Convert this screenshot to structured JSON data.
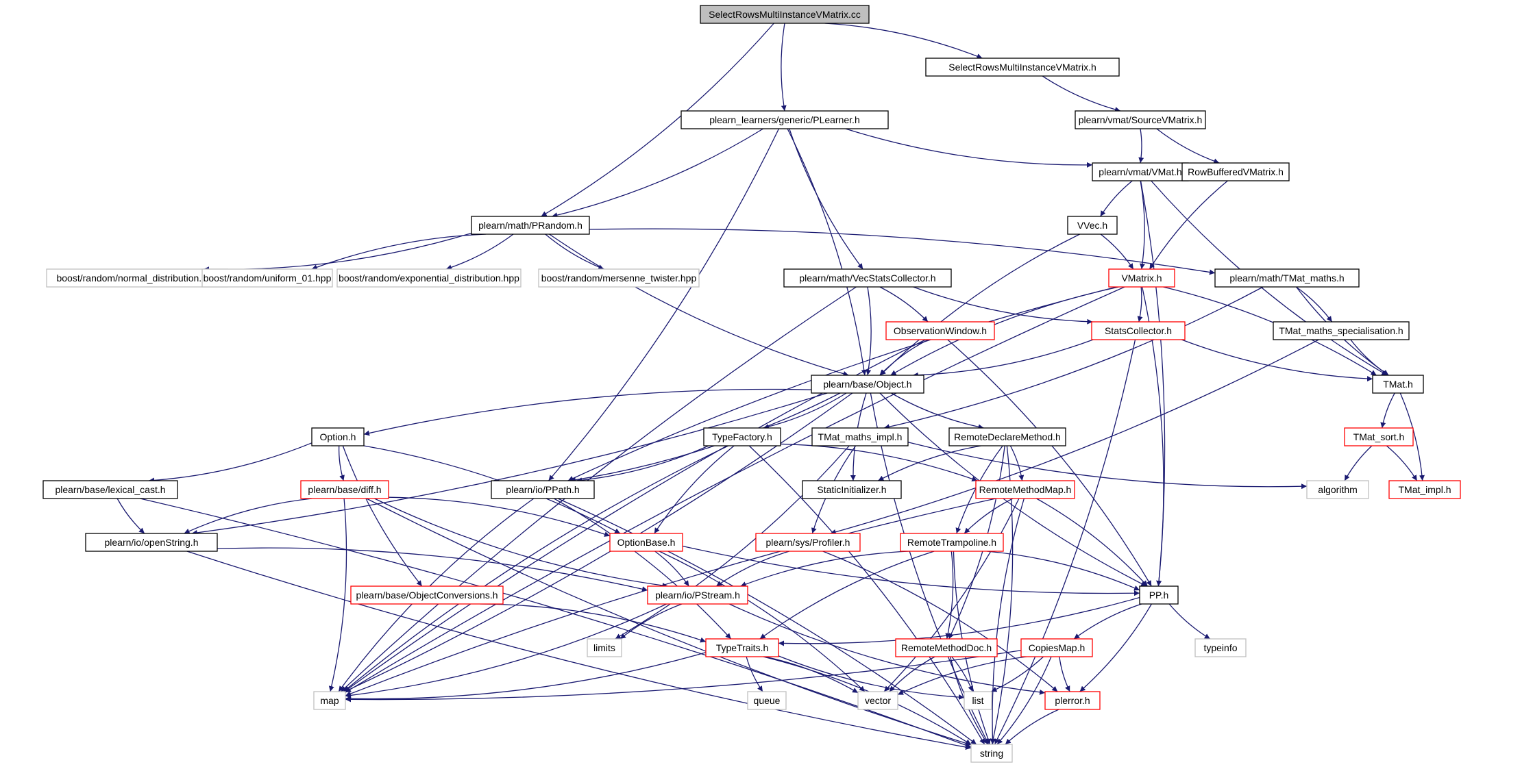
{
  "colors": {
    "edge": "#191970",
    "node_black": "#000000",
    "node_red": "#ff0000",
    "node_gray": "#bfbfbf",
    "root_fill": "#bfbfbf"
  },
  "nodes": [
    {
      "id": "root",
      "label": "SelectRowsMultiInstanceVMatrix.cc",
      "style": "root"
    },
    {
      "id": "srmh",
      "label": "SelectRowsMultiInstanceVMatrix.h",
      "style": "black"
    },
    {
      "id": "plearner",
      "label": "plearn_learners/generic/PLearner.h",
      "style": "black"
    },
    {
      "id": "sourcevm",
      "label": "plearn/vmat/SourceVMatrix.h",
      "style": "black"
    },
    {
      "id": "vmath",
      "label": "plearn/vmat/VMat.h",
      "style": "black"
    },
    {
      "id": "rowbuf",
      "label": "RowBufferedVMatrix.h",
      "style": "black"
    },
    {
      "id": "prandom",
      "label": "plearn/math/PRandom.h",
      "style": "black"
    },
    {
      "id": "vvec",
      "label": "VVec.h",
      "style": "black"
    },
    {
      "id": "normal",
      "label": "boost/random/normal_distribution.hpp",
      "style": "gray"
    },
    {
      "id": "uniform",
      "label": "boost/random/uniform_01.hpp",
      "style": "gray"
    },
    {
      "id": "expo",
      "label": "boost/random/exponential_distribution.hpp",
      "style": "gray"
    },
    {
      "id": "mersenne",
      "label": "boost/random/mersenne_twister.hpp",
      "style": "gray"
    },
    {
      "id": "vecstats",
      "label": "plearn/math/VecStatsCollector.h",
      "style": "black"
    },
    {
      "id": "vmatrix",
      "label": "VMatrix.h",
      "style": "red"
    },
    {
      "id": "tmatmaths",
      "label": "plearn/math/TMat_maths.h",
      "style": "black"
    },
    {
      "id": "obswin",
      "label": "ObservationWindow.h",
      "style": "red"
    },
    {
      "id": "statscoll",
      "label": "StatsCollector.h",
      "style": "red"
    },
    {
      "id": "tmatspec",
      "label": "TMat_maths_specialisation.h",
      "style": "black"
    },
    {
      "id": "object",
      "label": "plearn/base/Object.h",
      "style": "black"
    },
    {
      "id": "tmath",
      "label": "TMat.h",
      "style": "black"
    },
    {
      "id": "option",
      "label": "Option.h",
      "style": "black"
    },
    {
      "id": "typefactory",
      "label": "TypeFactory.h",
      "style": "black"
    },
    {
      "id": "tmatimplm",
      "label": "TMat_maths_impl.h",
      "style": "black"
    },
    {
      "id": "remotedecl",
      "label": "RemoteDeclareMethod.h",
      "style": "black"
    },
    {
      "id": "tmatsort",
      "label": "TMat_sort.h",
      "style": "red"
    },
    {
      "id": "lexcast",
      "label": "plearn/base/lexical_cast.h",
      "style": "black"
    },
    {
      "id": "diff",
      "label": "plearn/base/diff.h",
      "style": "red"
    },
    {
      "id": "ppath",
      "label": "plearn/io/PPath.h",
      "style": "black"
    },
    {
      "id": "staticinit",
      "label": "StaticInitializer.h",
      "style": "black"
    },
    {
      "id": "remotemm",
      "label": "RemoteMethodMap.h",
      "style": "red"
    },
    {
      "id": "algorithm",
      "label": "algorithm",
      "style": "gray"
    },
    {
      "id": "tmatimpl",
      "label": "TMat_impl.h",
      "style": "red"
    },
    {
      "id": "openstring",
      "label": "plearn/io/openString.h",
      "style": "black"
    },
    {
      "id": "optionbase",
      "label": "OptionBase.h",
      "style": "red"
    },
    {
      "id": "profiler",
      "label": "plearn/sys/Profiler.h",
      "style": "red"
    },
    {
      "id": "remotetramp",
      "label": "RemoteTrampoline.h",
      "style": "red"
    },
    {
      "id": "objconv",
      "label": "plearn/base/ObjectConversions.h",
      "style": "red"
    },
    {
      "id": "pstream",
      "label": "plearn/io/PStream.h",
      "style": "red"
    },
    {
      "id": "pp",
      "label": "PP.h",
      "style": "black"
    },
    {
      "id": "typeinfo",
      "label": "typeinfo",
      "style": "gray"
    },
    {
      "id": "limits",
      "label": "limits",
      "style": "gray"
    },
    {
      "id": "typetraits",
      "label": "TypeTraits.h",
      "style": "red"
    },
    {
      "id": "remotemdoc",
      "label": "RemoteMethodDoc.h",
      "style": "red"
    },
    {
      "id": "copiesmap",
      "label": "CopiesMap.h",
      "style": "red"
    },
    {
      "id": "map",
      "label": "map",
      "style": "gray"
    },
    {
      "id": "queue",
      "label": "queue",
      "style": "gray"
    },
    {
      "id": "vector",
      "label": "vector",
      "style": "gray"
    },
    {
      "id": "list",
      "label": "list",
      "style": "gray"
    },
    {
      "id": "plerror",
      "label": "plerror.h",
      "style": "red"
    },
    {
      "id": "string",
      "label": "string",
      "style": "gray"
    }
  ],
  "edges": [
    [
      "root",
      "srmh"
    ],
    [
      "root",
      "plearner"
    ],
    [
      "root",
      "prandom"
    ],
    [
      "srmh",
      "sourcevm"
    ],
    [
      "sourcevm",
      "vmath"
    ],
    [
      "sourcevm",
      "rowbuf"
    ],
    [
      "plearner",
      "prandom"
    ],
    [
      "plearner",
      "vmath"
    ],
    [
      "plearner",
      "object"
    ],
    [
      "plearner",
      "vecstats"
    ],
    [
      "plearner",
      "ppath"
    ],
    [
      "vmath",
      "vvec"
    ],
    [
      "vmath",
      "vmatrix"
    ],
    [
      "vmath",
      "tmath"
    ],
    [
      "vmath",
      "pp"
    ],
    [
      "rowbuf",
      "vmatrix"
    ],
    [
      "vvec",
      "vmatrix"
    ],
    [
      "vvec",
      "object"
    ],
    [
      "prandom",
      "normal"
    ],
    [
      "prandom",
      "uniform"
    ],
    [
      "prandom",
      "expo"
    ],
    [
      "prandom",
      "mersenne"
    ],
    [
      "prandom",
      "tmatmaths"
    ],
    [
      "prandom",
      "object"
    ],
    [
      "vecstats",
      "obswin"
    ],
    [
      "vecstats",
      "statscoll"
    ],
    [
      "vecstats",
      "object"
    ],
    [
      "vecstats",
      "map"
    ],
    [
      "vmatrix",
      "statscoll"
    ],
    [
      "vmatrix",
      "object"
    ],
    [
      "vmatrix",
      "tmath"
    ],
    [
      "vmatrix",
      "ppath"
    ],
    [
      "vmatrix",
      "pp"
    ],
    [
      "vmatrix",
      "map"
    ],
    [
      "tmatmaths",
      "tmatspec"
    ],
    [
      "tmatmaths",
      "tmath"
    ],
    [
      "tmatmaths",
      "tmatimplm"
    ],
    [
      "obswin",
      "object"
    ],
    [
      "obswin",
      "pp"
    ],
    [
      "obswin",
      "map"
    ],
    [
      "statscoll",
      "object"
    ],
    [
      "statscoll",
      "tmath"
    ],
    [
      "statscoll",
      "string"
    ],
    [
      "tmatspec",
      "tmath"
    ],
    [
      "tmatspec",
      "profiler"
    ],
    [
      "tmath",
      "tmatsort"
    ],
    [
      "tmath",
      "tmatimpl"
    ],
    [
      "tmatsort",
      "algorithm"
    ],
    [
      "tmatsort",
      "tmatimpl"
    ],
    [
      "object",
      "option"
    ],
    [
      "object",
      "typefactory"
    ],
    [
      "object",
      "remotedecl"
    ],
    [
      "object",
      "ppath"
    ],
    [
      "object",
      "staticinit"
    ],
    [
      "object",
      "openstring"
    ],
    [
      "object",
      "pp"
    ],
    [
      "object",
      "map"
    ],
    [
      "object",
      "string"
    ],
    [
      "option",
      "lexcast"
    ],
    [
      "option",
      "diff"
    ],
    [
      "option",
      "optionbase"
    ],
    [
      "option",
      "objconv"
    ],
    [
      "typefactory",
      "ppath"
    ],
    [
      "typefactory",
      "optionbase"
    ],
    [
      "typefactory",
      "remotemm"
    ],
    [
      "typefactory",
      "map"
    ],
    [
      "typefactory",
      "string"
    ],
    [
      "tmatimplm",
      "profiler"
    ],
    [
      "tmatimplm",
      "limits"
    ],
    [
      "tmatimplm",
      "algorithm"
    ],
    [
      "remotedecl",
      "remotemm"
    ],
    [
      "remotedecl",
      "remotetramp"
    ],
    [
      "remotedecl",
      "remotemdoc"
    ],
    [
      "remotedecl",
      "staticinit"
    ],
    [
      "remotedecl",
      "string"
    ],
    [
      "lexcast",
      "openstring"
    ],
    [
      "lexcast",
      "string"
    ],
    [
      "diff",
      "openstring"
    ],
    [
      "diff",
      "optionbase"
    ],
    [
      "diff",
      "pstream"
    ],
    [
      "diff",
      "map"
    ],
    [
      "diff",
      "string"
    ],
    [
      "ppath",
      "typetraits"
    ],
    [
      "ppath",
      "map"
    ],
    [
      "ppath",
      "string"
    ],
    [
      "remotemm",
      "remotetramp"
    ],
    [
      "remotemm",
      "pp"
    ],
    [
      "remotemm",
      "map"
    ],
    [
      "remotemm",
      "vector"
    ],
    [
      "remotemm",
      "string"
    ],
    [
      "openstring",
      "pstream"
    ],
    [
      "openstring",
      "string"
    ],
    [
      "optionbase",
      "pstream"
    ],
    [
      "optionbase",
      "pp"
    ],
    [
      "optionbase",
      "vector"
    ],
    [
      "profiler",
      "pstream"
    ],
    [
      "profiler",
      "plerror"
    ],
    [
      "remotetramp",
      "pstream"
    ],
    [
      "remotetramp",
      "remotemdoc"
    ],
    [
      "remotetramp",
      "typetraits"
    ],
    [
      "remotetramp",
      "pp"
    ],
    [
      "remotetramp",
      "string"
    ],
    [
      "objconv",
      "typetraits"
    ],
    [
      "pstream",
      "limits"
    ],
    [
      "pstream",
      "map"
    ],
    [
      "pstream",
      "plerror"
    ],
    [
      "pp",
      "typetraits"
    ],
    [
      "pp",
      "copiesmap"
    ],
    [
      "pp",
      "plerror"
    ],
    [
      "pp",
      "typeinfo"
    ],
    [
      "typetraits",
      "map"
    ],
    [
      "typetraits",
      "queue"
    ],
    [
      "typetraits",
      "vector"
    ],
    [
      "typetraits",
      "list"
    ],
    [
      "typetraits",
      "string"
    ],
    [
      "remotemdoc",
      "vector"
    ],
    [
      "remotemdoc",
      "list"
    ],
    [
      "remotemdoc",
      "string"
    ],
    [
      "copiesmap",
      "map"
    ],
    [
      "copiesmap",
      "vector"
    ],
    [
      "copiesmap",
      "list"
    ],
    [
      "copiesmap",
      "plerror"
    ],
    [
      "copiesmap",
      "string"
    ],
    [
      "plerror",
      "string"
    ]
  ]
}
